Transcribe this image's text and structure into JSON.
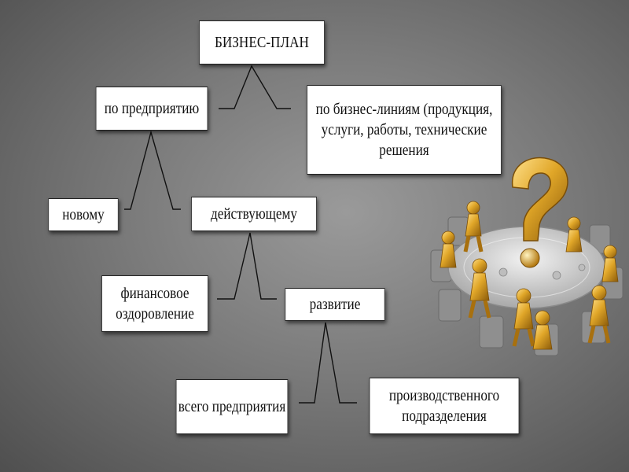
{
  "diagram": {
    "root": "БИЗНЕС-ПЛАН",
    "by_enterprise": "по предприятию",
    "by_business_lines": "по бизнес-линиям (продукция, услуги, работы, технические решения",
    "new": "новому",
    "current": "действующему",
    "financial_recovery": "финансовое оздоровление",
    "development": "развитие",
    "whole_enterprise": "всего предприятия",
    "production_division": "производственного подразделения"
  },
  "illustration": {
    "icon": "question-mark-meeting-icon",
    "colors": {
      "gold": "#e0a628",
      "gold_dark": "#a8700e",
      "table": "#c8c8c8",
      "chair": "#9a9a9a"
    }
  },
  "colors": {
    "background": "#7a7a7a",
    "box": "#ffffff",
    "connector": "#111111"
  }
}
